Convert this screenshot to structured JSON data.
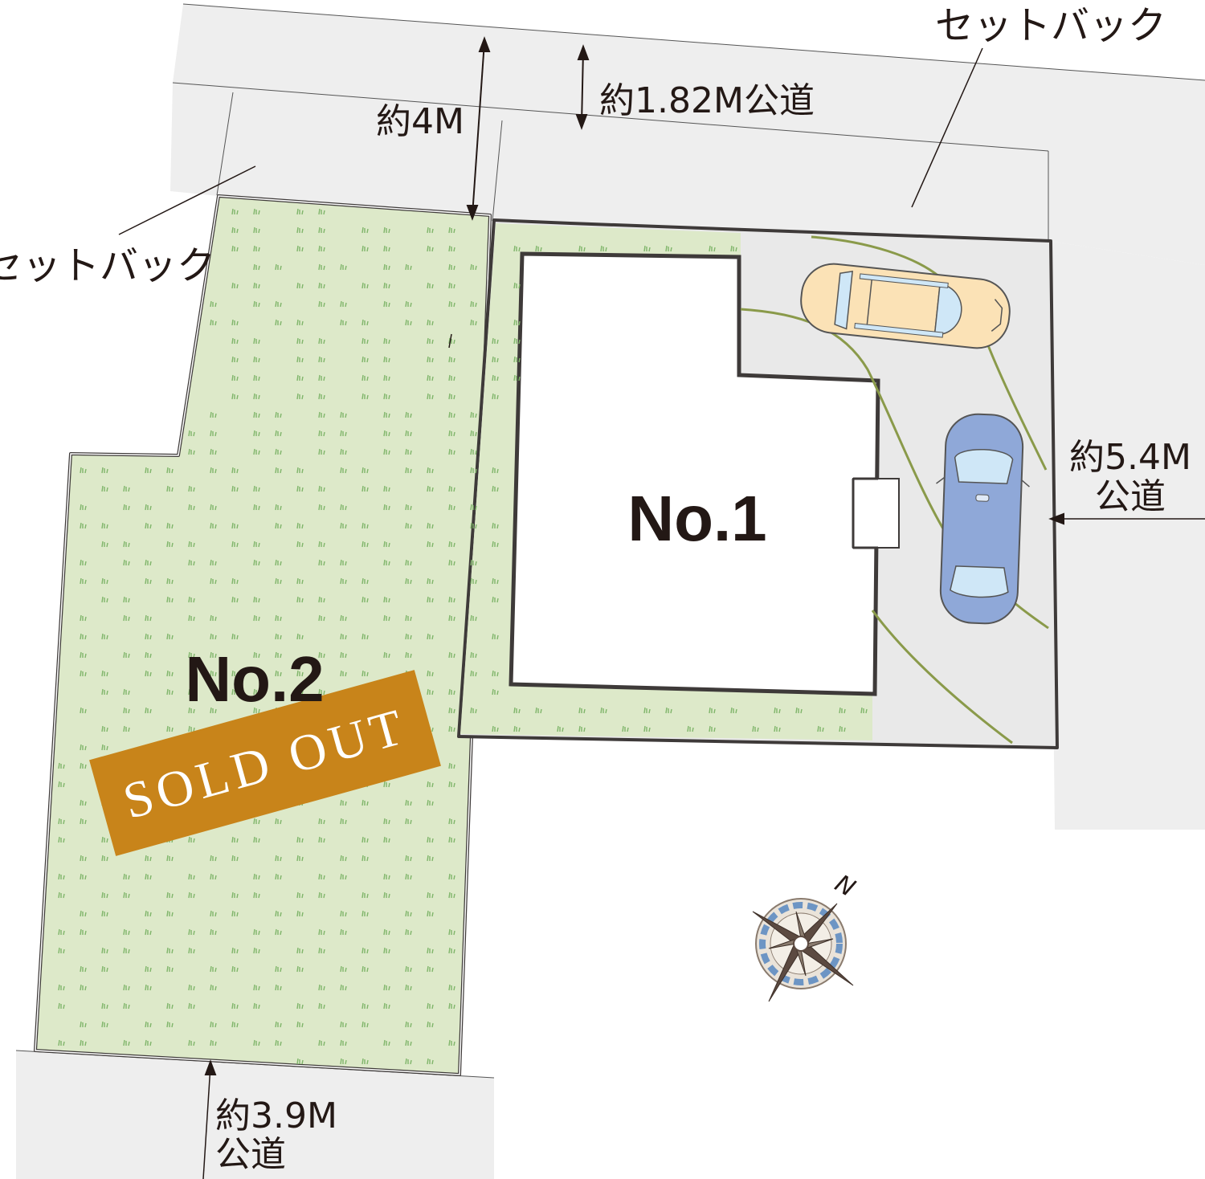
{
  "labels": {
    "setback_top_right": "セットバック",
    "setback_left": "セットバック",
    "road_top_width": "約1.82M公道",
    "road_top_total": "約4M",
    "road_right_line1": "約5.4M",
    "road_right_line2": "公道",
    "road_bottom_line1": "約3.9M",
    "road_bottom_line2": "公道",
    "lot1": "No.1",
    "lot2": "No.2",
    "sold_badge": "SOLD OUT",
    "compass_n": "N"
  },
  "colors": {
    "road": "#eeeeee",
    "lot_grass": "#dde9c9",
    "grass_tuft": "#7fb56a",
    "lot_outline": "#3e3a39",
    "building": "#ffffff",
    "driveway_line": "#8a9a4a",
    "sold_badge": "#c8841a",
    "car_yellow": "#fbe2b6",
    "car_blue": "#8fa8d8",
    "text": "#231815"
  },
  "icons": {
    "compass": "compass-rose-icon",
    "car_1": "car-icon",
    "car_2": "car-icon"
  }
}
